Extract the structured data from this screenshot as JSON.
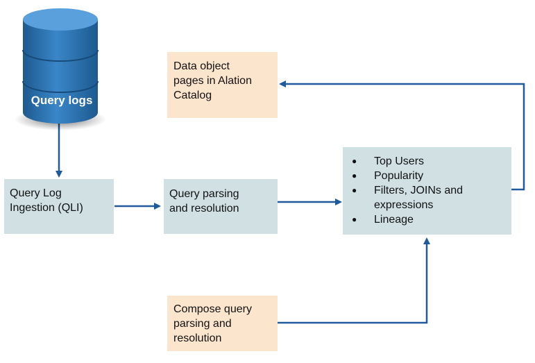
{
  "database": {
    "label": "Query logs",
    "icon": "database-icon"
  },
  "boxes": {
    "qli": {
      "lines": [
        "Query Log",
        "Ingestion (QLI)"
      ]
    },
    "parsing": {
      "lines": [
        "Query parsing",
        "and resolution"
      ]
    },
    "catalog": {
      "lines": [
        "Data object",
        "pages in Alation",
        "Catalog"
      ]
    },
    "compose": {
      "lines": [
        "Compose query",
        "parsing and",
        "resolution"
      ]
    },
    "results": {
      "items": [
        "Top Users",
        "Popularity",
        "Filters, JOINs and",
        "expressions",
        "Lineage"
      ]
    }
  },
  "colors": {
    "blue_box": "#d0e0e3",
    "peach_box": "#fce5cd",
    "arrow": "#1f5a9a",
    "database": "#2f74b5"
  }
}
